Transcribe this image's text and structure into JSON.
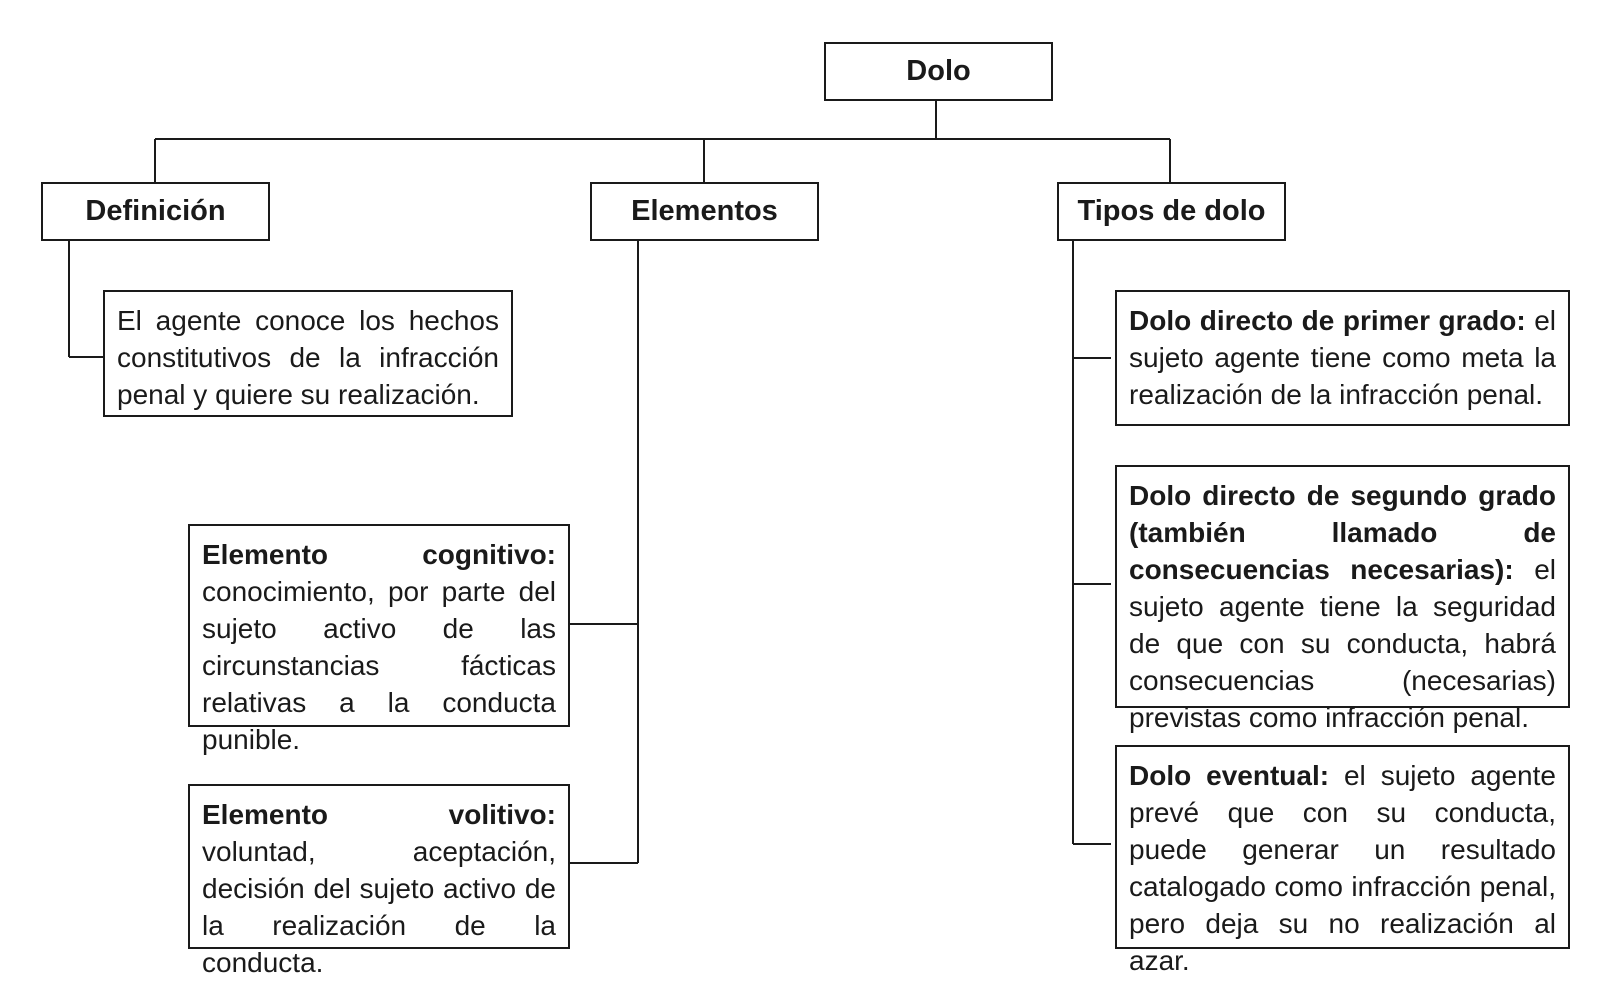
{
  "root": {
    "label": "Dolo"
  },
  "branches": {
    "definicion": {
      "label": "Definición",
      "text": "El agente conoce los hechos constitutivos de la infracción penal y quiere su realización."
    },
    "elementos": {
      "label": "Elementos",
      "items": [
        {
          "term": "Elemento cognitivo:",
          "text": " conocimiento, por parte del sujeto activo de las circunstancias fácticas relativas a la conducta punible."
        },
        {
          "term": "Elemento volitivo:",
          "text": " voluntad, aceptación, decisión del sujeto activo de la realización de la conducta."
        }
      ]
    },
    "tipos": {
      "label": "Tipos de dolo",
      "items": [
        {
          "term": "Dolo directo de primer grado:",
          "text": " el sujeto agente tiene como meta la realización de la infracción penal."
        },
        {
          "term": "Dolo directo de segundo grado (también llamado de consecuencias necesarias):",
          "text": " el sujeto agente tiene la seguridad de que con su conducta, habrá consecuencias (necesarias) previstas como infracción penal."
        },
        {
          "term": "Dolo eventual:",
          "text": " el sujeto agente prevé que con su conducta, puede generar un resultado catalogado como infracción penal, pero deja su no realización al azar."
        }
      ]
    }
  }
}
